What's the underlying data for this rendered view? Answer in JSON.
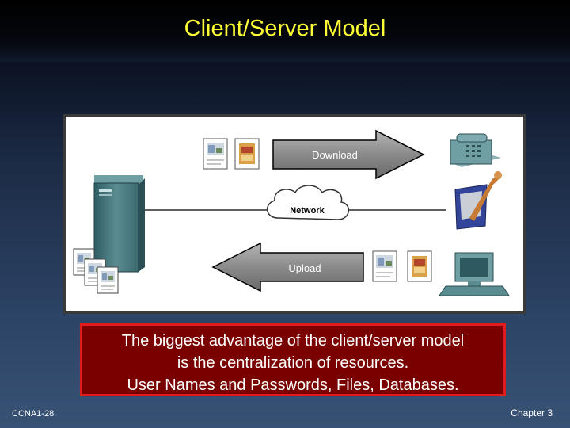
{
  "slide": {
    "title": "Client/Server Model",
    "footer_left": "CCNA1-28",
    "footer_right": "Chapter 3"
  },
  "diagram": {
    "download_label": "Download",
    "upload_label": "Upload",
    "network_label": "Network",
    "arrow_color": "#8a8a8a",
    "arrow_border": "#000000"
  },
  "callout": {
    "line1": "The biggest advantage of the client/server model",
    "line2": "is the centralization of resources.",
    "line3": "User Names and Passwords, Files, Databases.",
    "background": "#7a0000",
    "border": "#e21b1b"
  },
  "colors": {
    "title": "#ffff33",
    "server": "#4f7f85",
    "pda": "#3c4fa8"
  }
}
